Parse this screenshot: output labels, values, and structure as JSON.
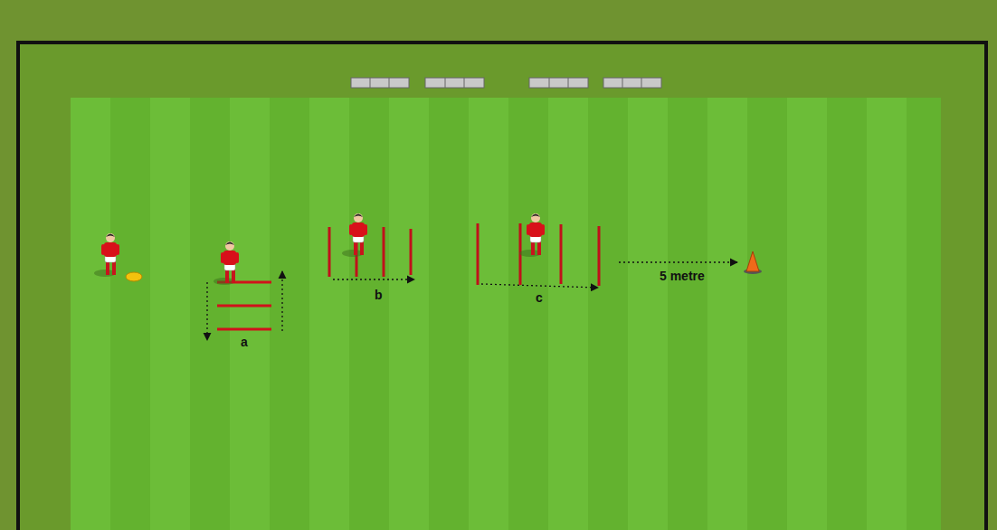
{
  "diagram": {
    "labels": [
      "a",
      "b",
      "c",
      "5 metre"
    ]
  }
}
